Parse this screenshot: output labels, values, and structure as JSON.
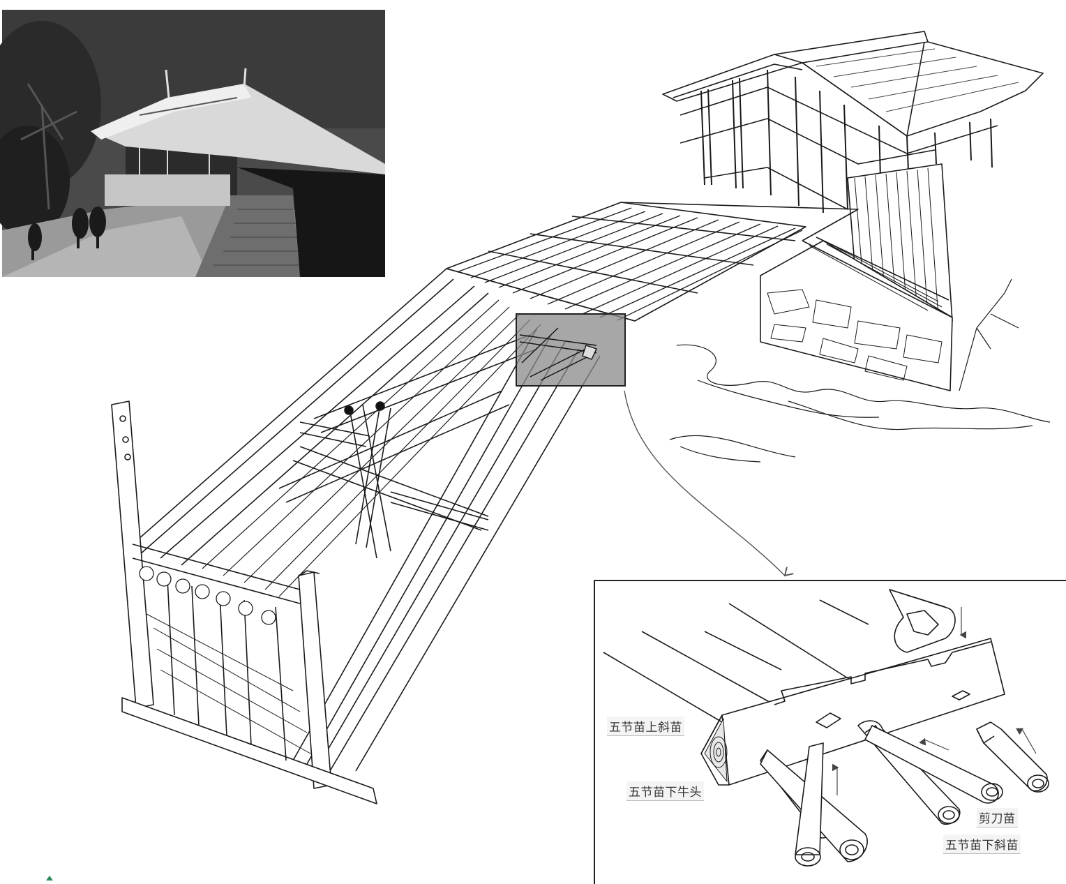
{
  "figure": {
    "photo": {
      "description_icon": "covered-bridge-photo"
    },
    "detail_labels": {
      "upper_slant": "五节苗上斜苗",
      "lower_beam_head": "五节苗下牛头",
      "scissor": "剪刀苗",
      "lower_slant": "五节苗下斜苗"
    }
  },
  "colors": {
    "line": "#1a1a1a",
    "highlight_fill": "#8a8a8a",
    "label_bg": "#f4f4f4",
    "marker": "#2e8b57"
  }
}
